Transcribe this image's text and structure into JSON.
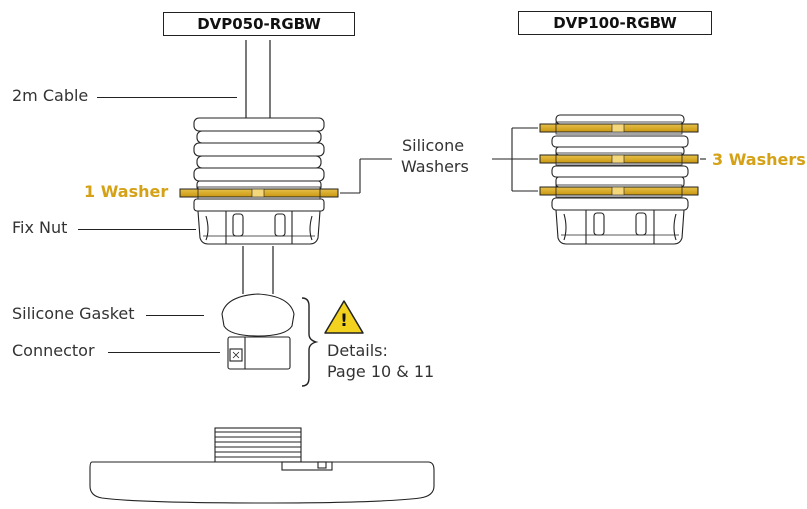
{
  "models": {
    "left": "DVP050-RGBW",
    "right": "DVP100-RGBW"
  },
  "labels": {
    "cable": "2m Cable",
    "one_washer": "1 Washer",
    "fix_nut": "Fix Nut",
    "silicone_washers_line1": "Silicone",
    "silicone_washers_line2": "Washers",
    "three_washers": "3 Washers",
    "silicone_gasket": "Silicone Gasket",
    "connector": "Connector",
    "details_line1": "Details:",
    "details_line2": "Page 10 & 11",
    "warning_symbol": "!"
  },
  "colors": {
    "washer_gold": "#d4a117",
    "outline": "#222222"
  },
  "icons": {
    "warning": "warning-triangle-icon"
  }
}
